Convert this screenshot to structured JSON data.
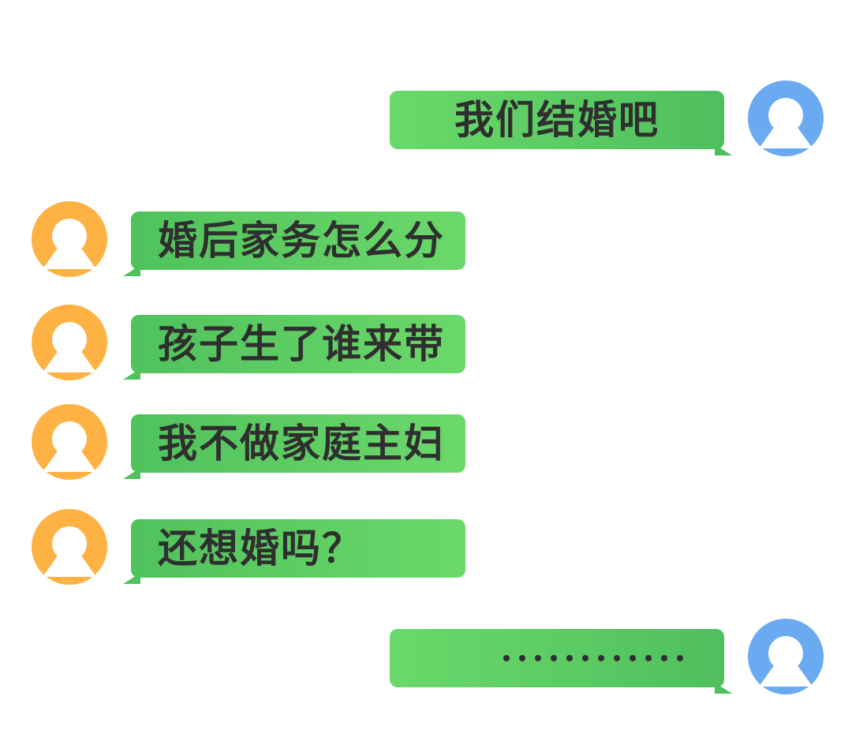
{
  "colors": {
    "self_avatar": "#6aaaf0",
    "other_avatar": "#fdb243",
    "bubble_green": "#5ccd62",
    "text": "#2f2f2f"
  },
  "messages": [
    {
      "side": "right",
      "text": "我们结婚吧",
      "avatar": "user-avatar-icon"
    },
    {
      "side": "left",
      "text": "婚后家务怎么分",
      "avatar": "user-avatar-icon"
    },
    {
      "side": "left",
      "text": "孩子生了谁来带",
      "avatar": "user-avatar-icon"
    },
    {
      "side": "left",
      "text": "我不做家庭主妇",
      "avatar": "user-avatar-icon"
    },
    {
      "side": "left",
      "text": "还想婚吗？",
      "avatar": "user-avatar-icon"
    },
    {
      "side": "right",
      "text": "",
      "dots": 12,
      "avatar": "user-avatar-icon"
    }
  ]
}
